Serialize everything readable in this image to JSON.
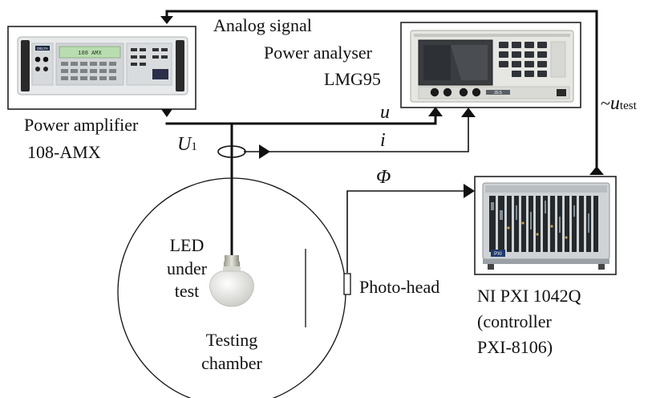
{
  "labels": {
    "analog_signal": "Analog signal",
    "power_analyser_line1": "Power analyser",
    "power_analyser_line2": "LMG95",
    "power_amplifier_line1": "Power amplifier",
    "power_amplifier_line2": "108-AMX",
    "voltage_U1_main": "U",
    "voltage_U1_sub": "1",
    "signal_u": "u",
    "signal_i": "i",
    "signal_phi": "Φ",
    "u_test_prefix": "~",
    "u_test_main": "u",
    "u_test_sub": "test",
    "led_line1": "LED",
    "led_line2": "under",
    "led_line3": "test",
    "chamber_line1": "Testing",
    "chamber_line2": "chamber",
    "photo_head": "Photo-head",
    "ni_line1": "NI PXI 1042Q",
    "ni_line2": "(controller",
    "ni_line3": "PXI-8106)"
  },
  "device_panels": {
    "amplifier_brand": "DELTA",
    "amplifier_display": "108 AMX",
    "analyser_badge": "ZES",
    "pxi_badge": "PXI"
  },
  "colors": {
    "line": "#111111",
    "amp_body": "#e7e9ea",
    "amp_display": "#b9ddb0",
    "analyser_body": "#e6e6e2",
    "analyser_screen": "#3a3d40",
    "pxi_body": "#cfd3d6",
    "led_bulb": "#f3f3ef"
  }
}
